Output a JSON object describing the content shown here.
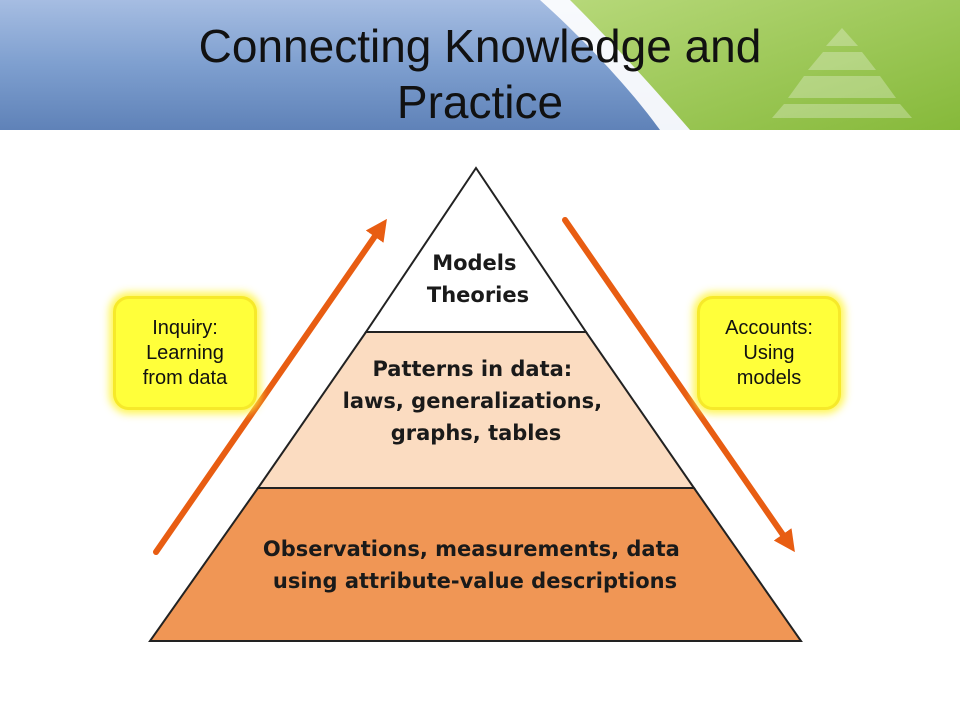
{
  "slide": {
    "title_line1": "Connecting Knowledge and",
    "title_line2": "Practice"
  },
  "pyramid": {
    "tiers": [
      {
        "id": "top",
        "lines": [
          "Models",
          "Theories"
        ],
        "fill": "#ffffff"
      },
      {
        "id": "middle",
        "lines": [
          "Patterns in data:",
          "laws, generalizations,",
          "graphs, tables"
        ],
        "fill": "#fbdcc1"
      },
      {
        "id": "bottom",
        "lines": [
          "Observations, measurements, data",
          "using attribute-value descriptions"
        ],
        "fill": "#f09655"
      }
    ],
    "outline_color": "#222222"
  },
  "callouts": {
    "left": {
      "lines": [
        "Inquiry:",
        "Learning",
        "from data"
      ],
      "fill": "#ffff3a"
    },
    "right": {
      "lines": [
        "Accounts:",
        "Using",
        "models"
      ],
      "fill": "#ffff3a"
    }
  },
  "arrows": {
    "color": "#e85d12",
    "left_direction": "up",
    "right_direction": "down"
  },
  "theme": {
    "header_blue": "#7e9fcf",
    "header_green": "#8dbf3e"
  }
}
